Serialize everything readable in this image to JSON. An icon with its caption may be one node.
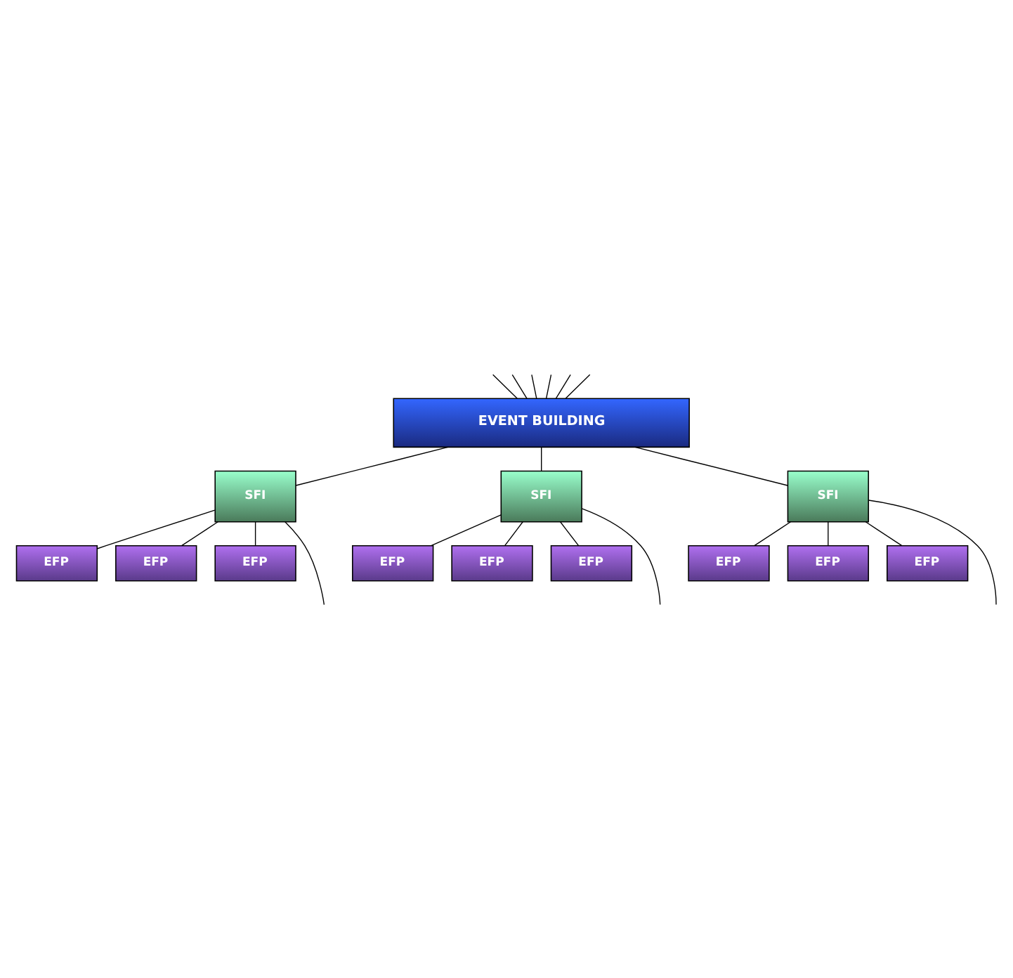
{
  "diagram": {
    "nodes": [
      {
        "text": [
          "EVENT BUILDING"
        ]
      },
      {
        "text": [
          "SFI"
        ]
      },
      {
        "text": [
          "SFI"
        ]
      },
      {
        "text": [
          "SFI"
        ]
      },
      {
        "text": [
          "EFP"
        ]
      },
      {
        "text": [
          "EFP"
        ]
      },
      {
        "text": [
          "EFP"
        ]
      },
      {
        "text": [
          "EFP"
        ]
      },
      {
        "text": [
          "EFP"
        ]
      },
      {
        "text": [
          "EFP"
        ]
      },
      {
        "text": [
          "EFP"
        ]
      },
      {
        "text": [
          "EFP"
        ]
      },
      {
        "text": [
          "EFP"
        ]
      }
    ],
    "edges": [
      {
        "from": null,
        "to": 0,
        "arrow": "none"
      },
      {
        "from": null,
        "to": 0,
        "arrow": "none"
      },
      {
        "from": null,
        "to": 0,
        "arrow": "none"
      },
      {
        "from": null,
        "to": 0,
        "arrow": "none"
      },
      {
        "from": null,
        "to": 0,
        "arrow": "none"
      },
      {
        "from": null,
        "to": 0,
        "arrow": "none"
      },
      {
        "from": 0,
        "to": 1,
        "arrow": "none"
      },
      {
        "from": 0,
        "to": 2,
        "arrow": "none"
      },
      {
        "from": 0,
        "to": 3,
        "arrow": "none"
      },
      {
        "from": 1,
        "to": 4,
        "arrow": "none"
      },
      {
        "from": 1,
        "to": 5,
        "arrow": "none"
      },
      {
        "from": 1,
        "to": 6,
        "arrow": "none"
      },
      {
        "from": 2,
        "to": 7,
        "arrow": "none"
      },
      {
        "from": 2,
        "to": 8,
        "arrow": "none"
      },
      {
        "from": 2,
        "to": 9,
        "arrow": "none"
      },
      {
        "from": 3,
        "to": 10,
        "arrow": "none"
      },
      {
        "from": 3,
        "to": 11,
        "arrow": "none"
      },
      {
        "from": 3,
        "to": 12,
        "arrow": "none"
      },
      {
        "from": 1,
        "to": null,
        "arrow": "none"
      },
      {
        "from": 2,
        "to": null,
        "arrow": "none"
      },
      {
        "from": 3,
        "to": null,
        "arrow": "none"
      }
    ]
  }
}
